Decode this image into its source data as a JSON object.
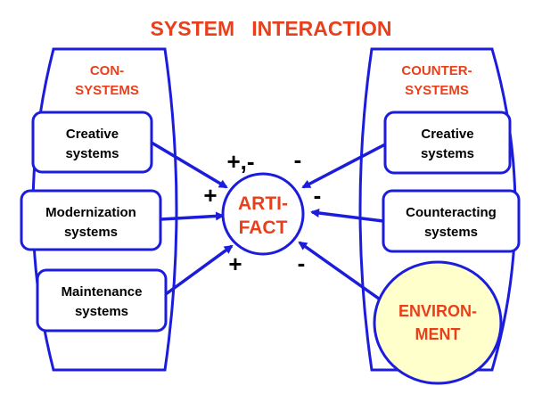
{
  "title": "SYSTEM   INTERACTION",
  "con_systems": {
    "label_lines": [
      "CON-",
      "SYSTEMS"
    ],
    "boxes": [
      {
        "lines": [
          "Creative",
          "systems"
        ]
      },
      {
        "lines": [
          "Modernization",
          "systems"
        ]
      },
      {
        "lines": [
          "Maintenance",
          "systems"
        ]
      }
    ]
  },
  "counter_systems": {
    "label_lines": [
      "COUNTER-",
      "SYSTEMS"
    ],
    "boxes": [
      {
        "lines": [
          "Creative",
          "systems"
        ]
      },
      {
        "lines": [
          "Counteracting",
          "systems"
        ]
      }
    ],
    "environment_lines": [
      "ENVIRON-",
      "MENT"
    ]
  },
  "artifact": {
    "lines": [
      "ARTI-",
      "FACT"
    ]
  },
  "signs": {
    "con_creative": "+,-",
    "con_modernization": "+",
    "con_maintenance": "+",
    "counter_creative": "-",
    "counter_counteracting": "-",
    "counter_environment": "-"
  },
  "colors": {
    "accent": "#e8401c",
    "stroke": "#1c1cdc",
    "environment_fill": "#ffffcc"
  }
}
